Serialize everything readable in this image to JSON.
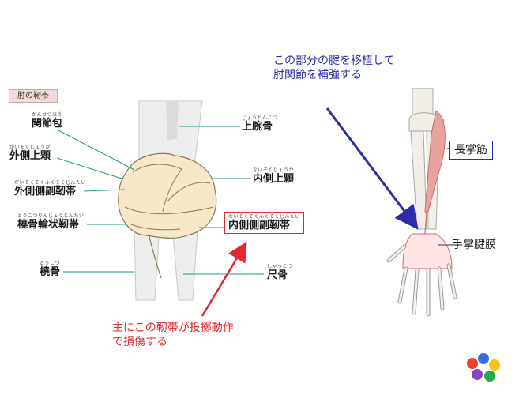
{
  "badge": "肘の靭帯",
  "labels": {
    "capsule": {
      "ruby": "かんせつほう",
      "term": "関節包"
    },
    "lateral_epicondyle": {
      "ruby": "がいそくじょうか",
      "term": "外側上顆"
    },
    "lateral_collateral": {
      "ruby": "がいそくそくふくそくじんたい",
      "term": "外側側副靭帯"
    },
    "annular": {
      "ruby": "とうこつりんじょうじんたい",
      "term": "橈骨輪状靭帯"
    },
    "radius": {
      "ruby": "とうこつ",
      "term": "橈骨"
    },
    "humerus": {
      "ruby": "じょうわんこつ",
      "term": "上腕骨"
    },
    "medial_epicondyle": {
      "ruby": "ないそくじょうか",
      "term": "内側上顆"
    },
    "medial_collateral": {
      "ruby": "ないそくそくふくそくじんたい",
      "term": "内側側副靭帯"
    },
    "ulna": {
      "ruby": "しゃっこつ",
      "term": "尺骨"
    }
  },
  "notes": {
    "blue": [
      "この部分の腱を移植して",
      "肘関節を補強する"
    ],
    "red": [
      "主にこの靭帯が投擲動作",
      "で損傷する"
    ]
  },
  "arm_labels": {
    "palmaris_longus": "長掌筋",
    "palmar_aponeurosis": "手掌腱膜"
  },
  "logo_text": "",
  "colors": {
    "bone": "#eeeeee",
    "capsule": "#f6e8c8",
    "teal": "#1a9a8a",
    "blue": "#2b2ea8",
    "red": "#e0282e",
    "muscle": "#e8a3a0"
  }
}
